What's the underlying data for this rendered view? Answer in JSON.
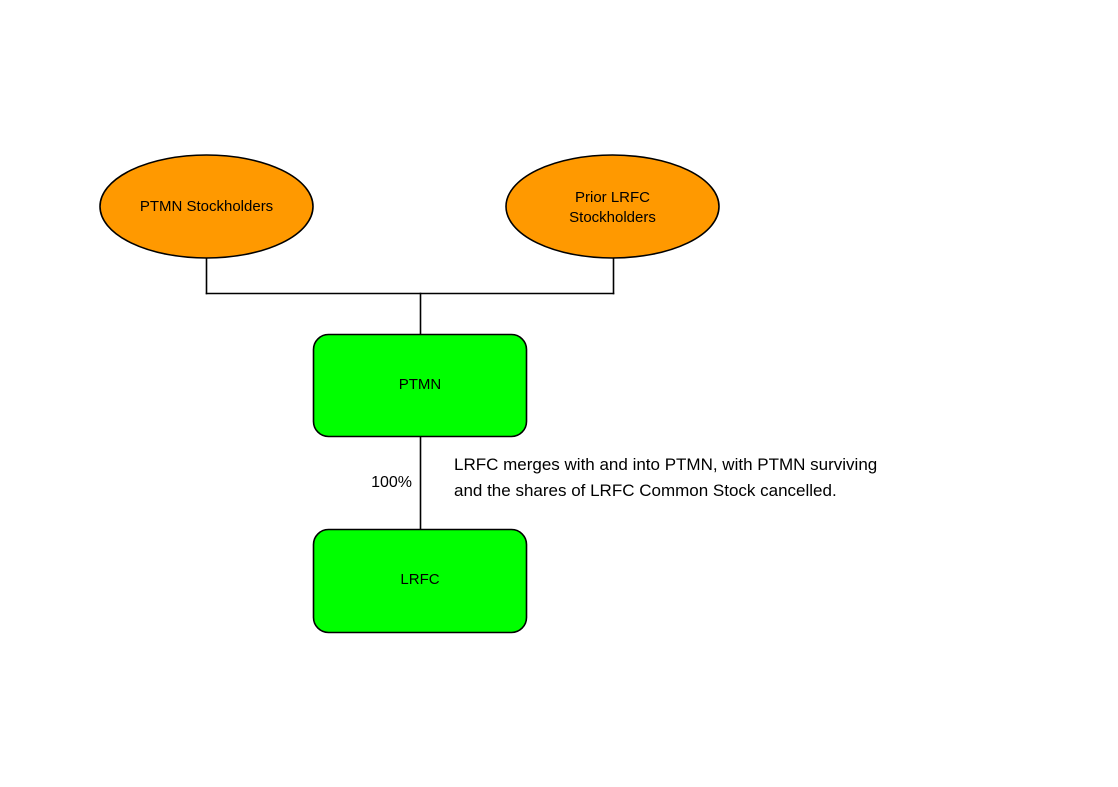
{
  "diagram": {
    "type": "org-merger-structure-chart",
    "background_color": "#ffffff",
    "palette": {
      "stockholder_fill": "#ff9900",
      "entity_fill": "#00ff00",
      "stroke": "#000000",
      "text": "#000000"
    },
    "stockholders": [
      {
        "id": "ptmn-stockholders",
        "label": "PTMN Stockholders",
        "lines": [
          "PTMN Stockholders"
        ],
        "shape": "ellipse",
        "fill": "#ff9900"
      },
      {
        "id": "prior-lrfc-stockholders",
        "label": "Prior LRFC Stockholders",
        "lines": [
          "Prior LRFC",
          "Stockholders"
        ],
        "shape": "ellipse",
        "fill": "#ff9900"
      }
    ],
    "entities": [
      {
        "id": "ptmn",
        "label": "PTMN",
        "shape": "rounded-rectangle",
        "fill": "#00ff00"
      },
      {
        "id": "lrfc",
        "label": "LRFC",
        "shape": "rounded-rectangle",
        "fill": "#00ff00"
      }
    ],
    "edges": [
      {
        "id": "stockholders-to-ptmn",
        "from": [
          "ptmn-stockholders",
          "prior-lrfc-stockholders"
        ],
        "to": "ptmn",
        "label": ""
      },
      {
        "id": "ptmn-to-lrfc",
        "from": "ptmn",
        "to": "lrfc",
        "label": "100%"
      }
    ],
    "annotation": {
      "id": "merger-note",
      "lines": [
        "LRFC merges with and into PTMN, with PTMN surviving",
        "and the shares of LRFC Common Stock cancelled."
      ],
      "full_text": "LRFC merges with and into PTMN, with PTMN surviving and the shares of LRFC Common Stock cancelled."
    }
  }
}
